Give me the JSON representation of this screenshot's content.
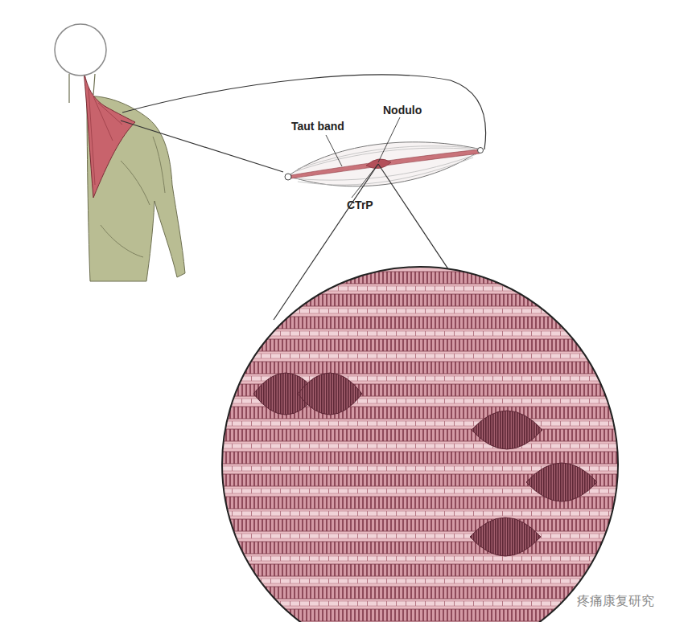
{
  "diagram": {
    "labels": [
      "Taut band",
      "Nodulo",
      "CTrP",
      "疼痛康复研究"
    ]
  }
}
